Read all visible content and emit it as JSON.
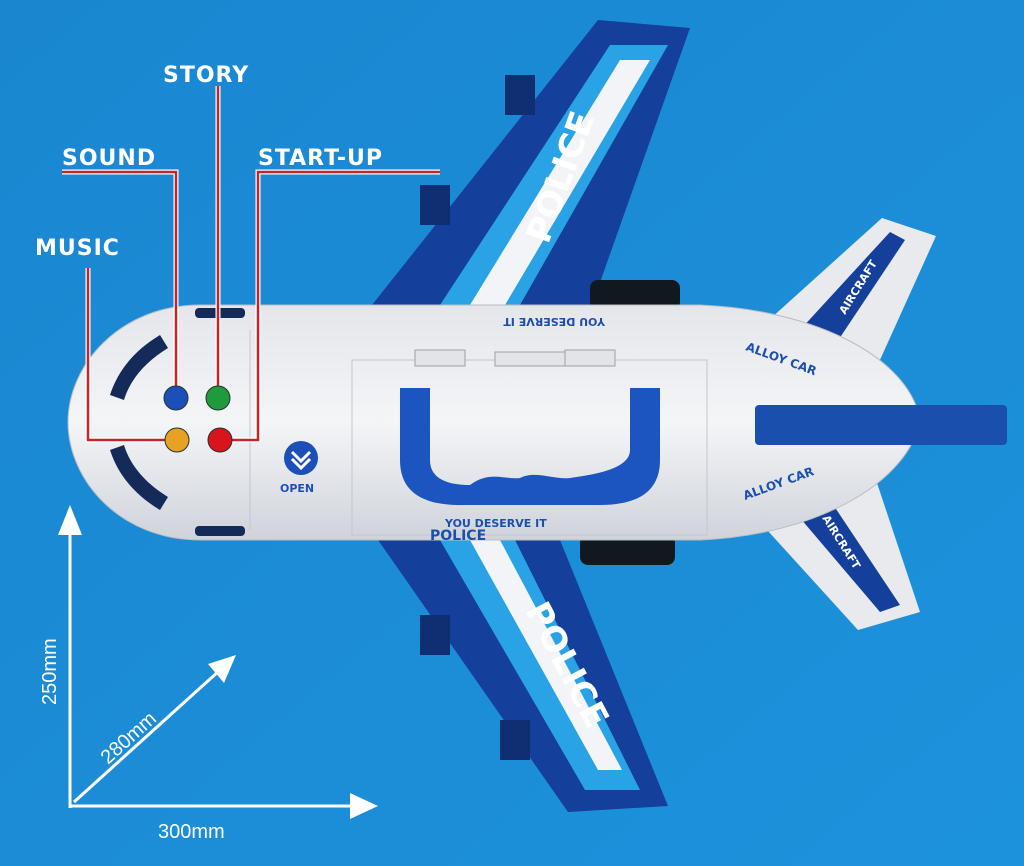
{
  "labels": {
    "story": "STORY",
    "sound": "SOUND",
    "start_up": "START-UP",
    "music": "MUSIC"
  },
  "dimensions": {
    "height": "250mm",
    "depth": "280mm",
    "width": "300mm"
  },
  "toy_markings": {
    "wing_text": "POLICE",
    "slogan": "YOU DESERVE IT",
    "open_button": "OPEN",
    "tail_text_1": "ALLOY CAR",
    "tail_text_2": "AIRCRAFT"
  },
  "colors": {
    "background": "#1b8ad4",
    "navy": "#143f9a",
    "light_blue": "#2aa3e6",
    "button_blue": "#1d4fb8",
    "button_green": "#1f9a3c",
    "button_orange": "#e7a224",
    "button_red": "#d8141c",
    "line_red": "#c0262a"
  }
}
